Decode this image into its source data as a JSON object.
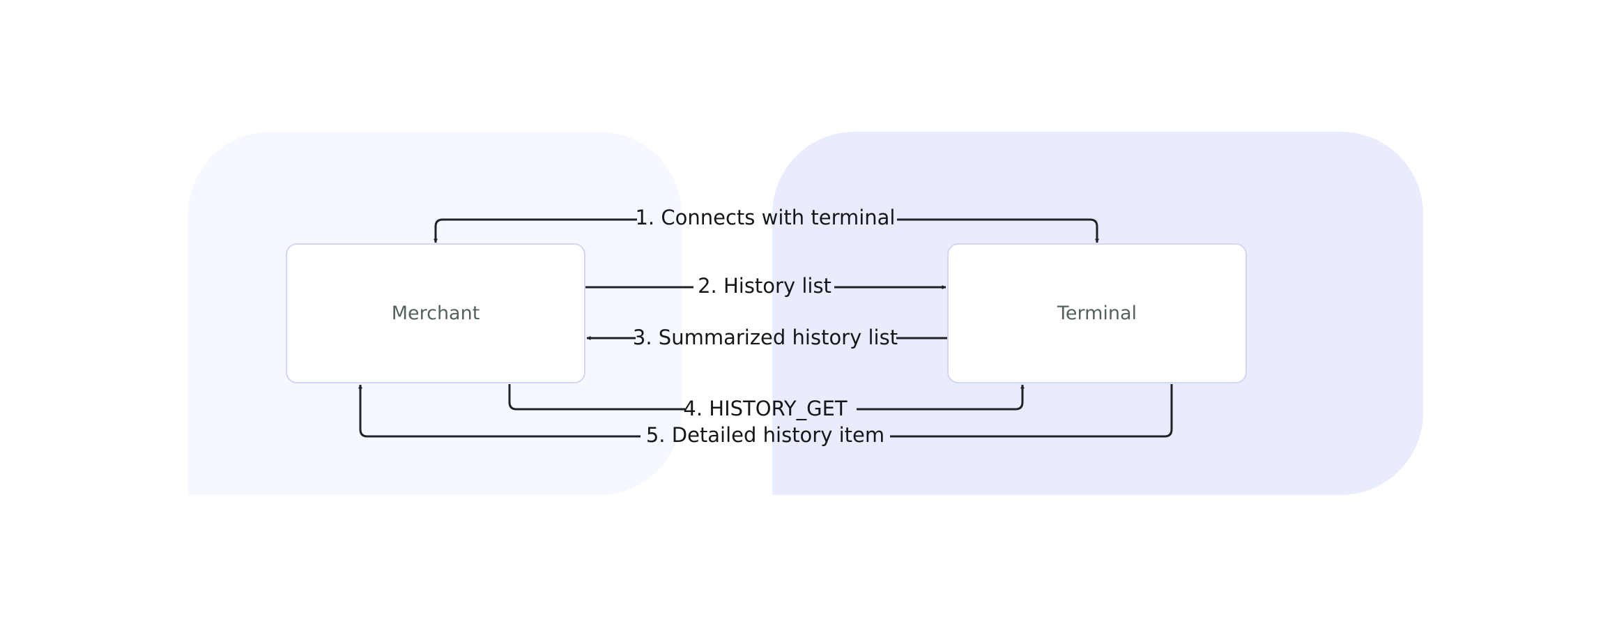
{
  "diagram": {
    "nodes": {
      "merchant": "Merchant",
      "terminal": "Terminal"
    },
    "edges": {
      "step1": "1. Connects with terminal",
      "step2": "2. History list",
      "step3": "3. Summarized history list",
      "step4": "4. HISTORY_GET",
      "step5": "5. Detailed history item"
    },
    "colors": {
      "left_panel": "#f5f8fe",
      "right_panel": "#e8ecfd",
      "node_border": "#d4d6f2",
      "node_text": "#53625d",
      "edge": "#1e2227"
    }
  }
}
